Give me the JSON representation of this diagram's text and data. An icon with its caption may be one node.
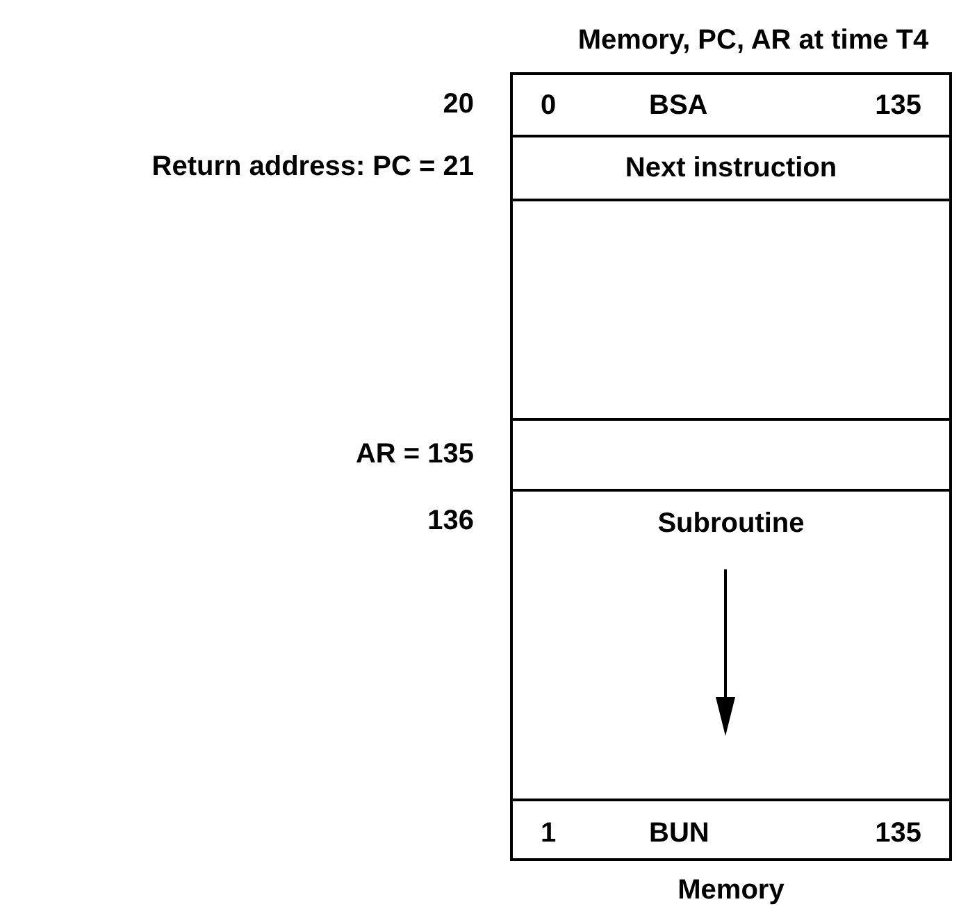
{
  "diagram": {
    "title": "Memory, PC, AR at time T4",
    "caption": "Memory",
    "nodes": [
      {
        "text": [],
        "shape": "box"
      },
      {
        "text": [
          "0",
          "BSA",
          "135"
        ],
        "in": 0,
        "beside": [
          "20"
        ]
      },
      {
        "text": [
          "Next instruction"
        ],
        "in": 0,
        "beside": [
          "Return address: PC = 21"
        ]
      },
      {
        "text": [],
        "shape": "box",
        "in": 0
      },
      {
        "text": [],
        "shape": "box",
        "in": 0,
        "beside": [
          "AR = 135"
        ]
      },
      {
        "text": [
          "Subroutine"
        ],
        "in": 0,
        "beside": [
          "136"
        ]
      },
      {
        "text": [
          "1",
          "BUN",
          "135"
        ],
        "in": 0
      }
    ]
  }
}
